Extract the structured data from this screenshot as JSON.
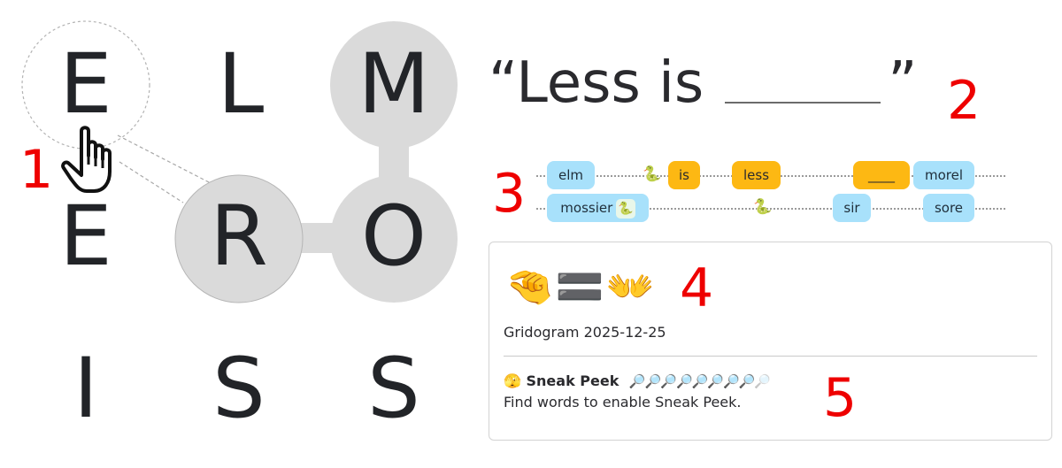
{
  "grid": {
    "letters": [
      "E",
      "L",
      "M",
      "E",
      "R",
      "O",
      "I",
      "S",
      "S"
    ]
  },
  "annotations": [
    "1",
    "2",
    "3",
    "4",
    "5"
  ],
  "quote": {
    "open": "“Less is",
    "close": "”"
  },
  "word_rows": [
    {
      "words": [
        "elm",
        "is",
        "less",
        "____",
        "morel"
      ]
    },
    {
      "words": [
        "mossier",
        "sir",
        "sore"
      ]
    }
  ],
  "snake_icon": "🐍",
  "card": {
    "emoji_line": "🤏🟰👐",
    "date_label": "Gridogram 2025-12-25",
    "sneak_peek_icon": "🫣",
    "sneak_peek_title": "Sneak Peek",
    "magnifier_icon": "🔎",
    "magnifiers_total": 9,
    "magnifiers_active": 8,
    "sneak_peek_desc": "Find words to enable Sneak Peek."
  },
  "colors": {
    "highlight": "#dadada",
    "chip_found": "#a8e1fb",
    "chip_answer": "#fdb813",
    "annotation": "#ee0000"
  }
}
